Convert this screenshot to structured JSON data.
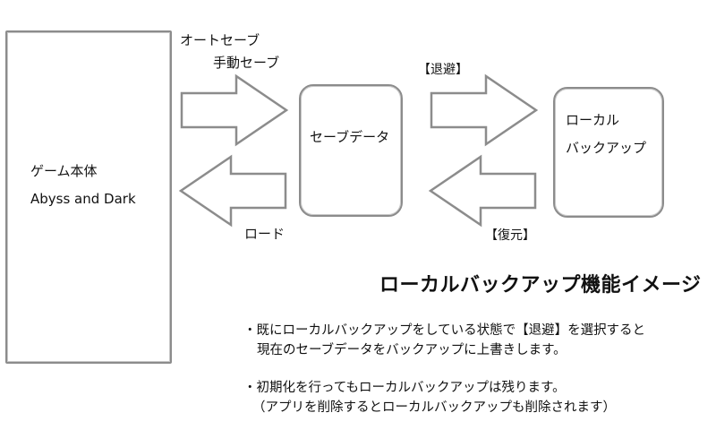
{
  "game_box": {
    "title": "ゲーム本体",
    "subtitle": "Abyss and Dark"
  },
  "arrows": {
    "save_label_1": "オートセーブ",
    "save_label_2": "手動セーブ",
    "load_label": "ロード",
    "backup_label": "【退避】",
    "restore_label": "【復元】"
  },
  "save_data_box": {
    "label": "セーブデータ"
  },
  "local_backup_box": {
    "line1": "ローカル",
    "line2": "バックアップ"
  },
  "feature_title": "ローカルバックアップ機能イメージ",
  "notes": [
    {
      "line1": "・既にローカルバックアップをしている状態で【退避】を選択すると",
      "line2": "現在のセーブデータをバックアップに上書きします。"
    },
    {
      "line1": "・初期化を行ってもローカルバックアップは残ります。",
      "line2": "（アプリを削除するとローカルバックアップも削除されます）"
    }
  ]
}
